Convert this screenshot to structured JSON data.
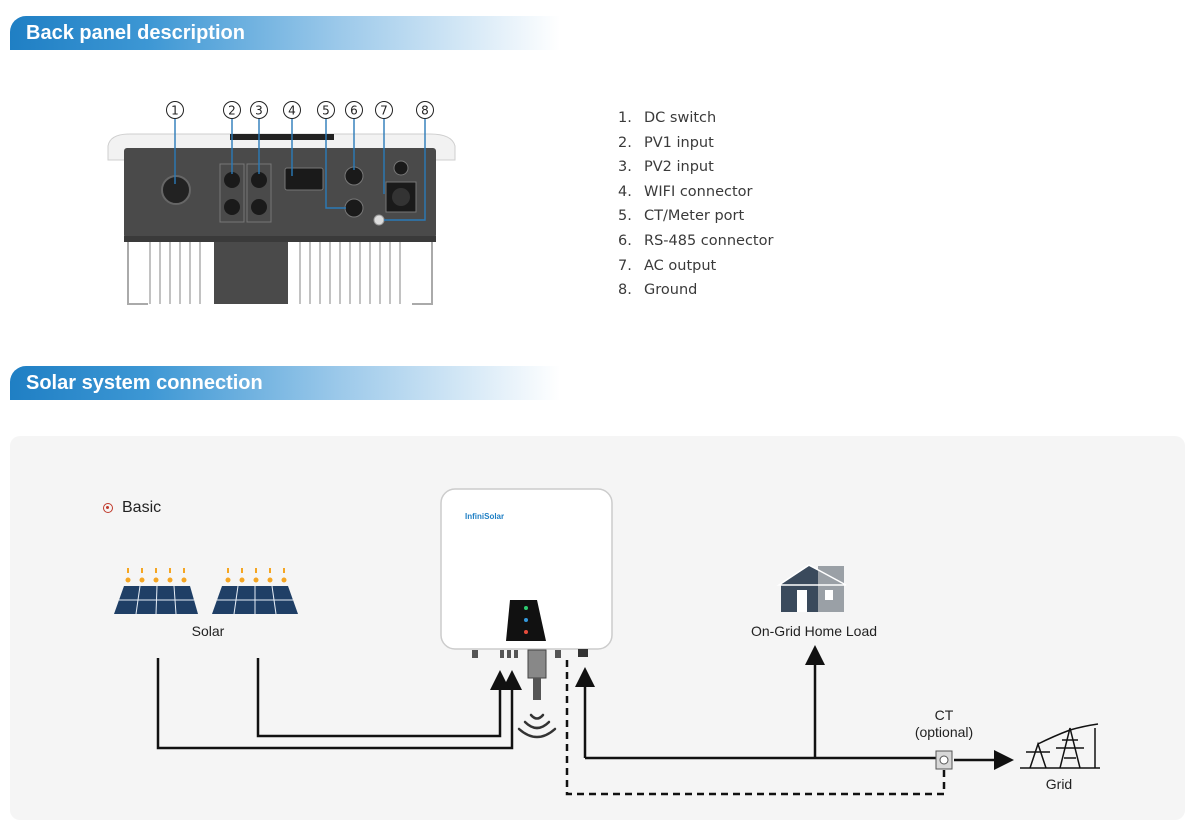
{
  "sections": {
    "back_panel": {
      "title": "Back panel description"
    },
    "connection": {
      "title": "Solar system connection"
    }
  },
  "back_panel": {
    "callouts": [
      "1",
      "2",
      "3",
      "4",
      "5",
      "6",
      "7",
      "8"
    ],
    "legend": [
      {
        "num": "1.",
        "label": "DC switch"
      },
      {
        "num": "2.",
        "label": "PV1 input"
      },
      {
        "num": "3.",
        "label": "PV2 input"
      },
      {
        "num": "4.",
        "label": "WIFI connector"
      },
      {
        "num": "5.",
        "label": "CT/Meter port"
      },
      {
        "num": "6.",
        "label": "RS-485 connector"
      },
      {
        "num": "7.",
        "label": "AC output"
      },
      {
        "num": "8.",
        "label": "Ground"
      }
    ]
  },
  "diagram": {
    "mode": "Basic",
    "brand": "InfiniSolar",
    "solar_label": "Solar",
    "load_label": "On-Grid Home Load",
    "ct_label_line1": "CT",
    "ct_label_line2": "(optional)",
    "grid_label": "Grid"
  },
  "colors": {
    "header_blue": "#1f7fc4",
    "panel_bg": "#f5f5f5",
    "inverter_body": "#4a4a4a",
    "solar_panel": "#1f3f66",
    "sun_dot": "#f5a623",
    "house": "#3a4a5c",
    "led_green": "#2ecc71",
    "led_blue": "#3498db",
    "led_red": "#e74c3c"
  }
}
